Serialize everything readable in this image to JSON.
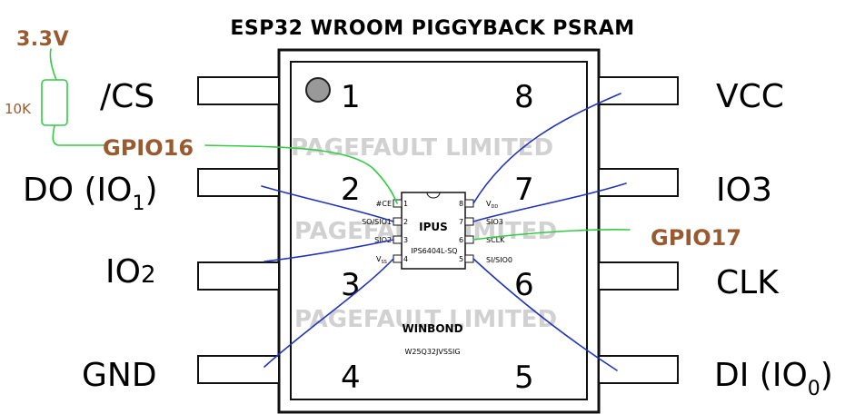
{
  "title": "ESP32 WROOM PIGGYBACK PSRAM",
  "supply": {
    "voltage": "3.3V",
    "resistor": "10K"
  },
  "gpio": {
    "cs_line": "GPIO16",
    "clk_line": "GPIO17"
  },
  "watermark": "PAGEFAULT LIMITED",
  "outer_chip": {
    "brand": "WINBOND",
    "part": "W25Q32JVSSIG",
    "pin_numbers": [
      "1",
      "2",
      "3",
      "4",
      "5",
      "6",
      "7",
      "8"
    ],
    "left_labels": [
      "/CS",
      "DO (IO",
      "IO",
      "GND"
    ],
    "left_subscripts": [
      "1",
      "2"
    ],
    "right_labels": [
      "VCC",
      "IO3",
      "CLK",
      "DI (IO"
    ],
    "right_subscript": "0",
    "closing_paren": ")"
  },
  "inner_chip": {
    "brand": "IPUS",
    "part": "IPS6404L-SQ",
    "pin_numbers": [
      "1",
      "2",
      "3",
      "4",
      "5",
      "6",
      "7",
      "8"
    ],
    "left_pins": [
      "#CE",
      "SO/SIO1",
      "SIO2",
      "V"
    ],
    "vss_sub": "SS",
    "right_pins": [
      "V",
      "SIO3",
      "SCLK",
      "SI/SIO0"
    ],
    "vdd_sub": "DD"
  },
  "colors": {
    "green_wire": "#33cc44",
    "blue_wire": "#2233bb",
    "gpio_text": "#9a5a30",
    "pin1_dot": "#999999"
  }
}
